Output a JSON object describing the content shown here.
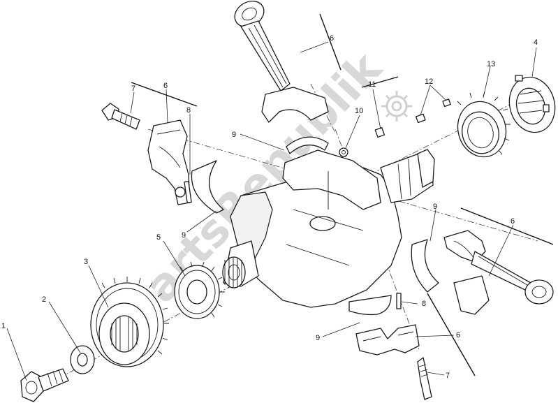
{
  "watermark": {
    "text": "PartsRepublik"
  },
  "callouts": [
    {
      "id": "1",
      "text": "1"
    },
    {
      "id": "2",
      "text": "2"
    },
    {
      "id": "3",
      "text": "3"
    },
    {
      "id": "4",
      "text": "4"
    },
    {
      "id": "5",
      "text": "5"
    },
    {
      "id": "6a",
      "text": "6"
    },
    {
      "id": "6b",
      "text": "6"
    },
    {
      "id": "6c",
      "text": "6"
    },
    {
      "id": "6d",
      "text": "6"
    },
    {
      "id": "7a",
      "text": "7"
    },
    {
      "id": "7b",
      "text": "7"
    },
    {
      "id": "8a",
      "text": "8"
    },
    {
      "id": "8b",
      "text": "8"
    },
    {
      "id": "9a",
      "text": "9"
    },
    {
      "id": "9b",
      "text": "9"
    },
    {
      "id": "9c",
      "text": "9"
    },
    {
      "id": "9d",
      "text": "9"
    },
    {
      "id": "10",
      "text": "10"
    },
    {
      "id": "11",
      "text": "11"
    },
    {
      "id": "12",
      "text": "12"
    },
    {
      "id": "13",
      "text": "13"
    }
  ]
}
